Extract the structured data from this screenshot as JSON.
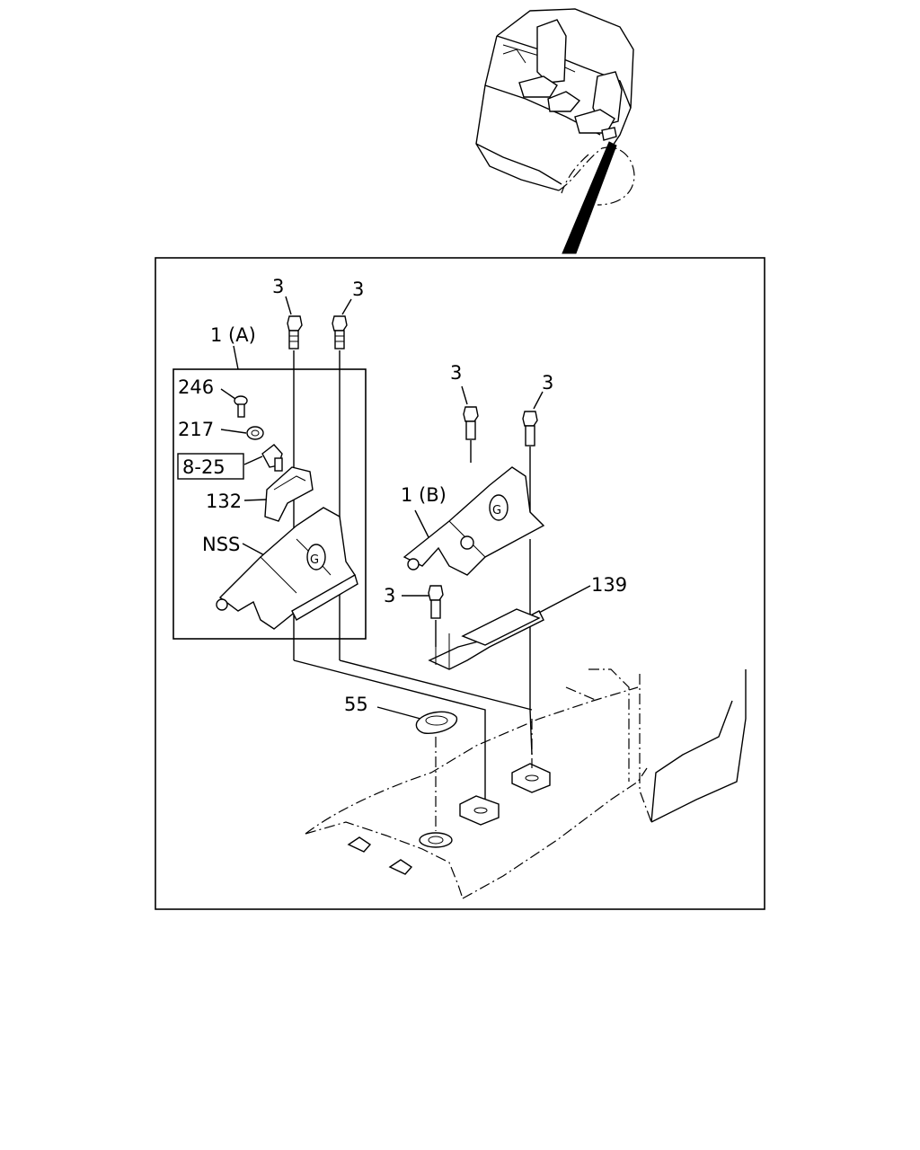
{
  "labels": {
    "bolt_3_a": "3",
    "bolt_3_b": "3",
    "assembly_1a": "1 (A)",
    "part_246": "246",
    "part_217": "217",
    "part_8_25": "8-25",
    "part_132": "132",
    "part_nss": "NSS",
    "bolt_3_c": "3",
    "bolt_3_d": "3",
    "assembly_1b": "1 (B)",
    "bolt_3_e": "3",
    "part_139": "139",
    "part_55": "55"
  }
}
